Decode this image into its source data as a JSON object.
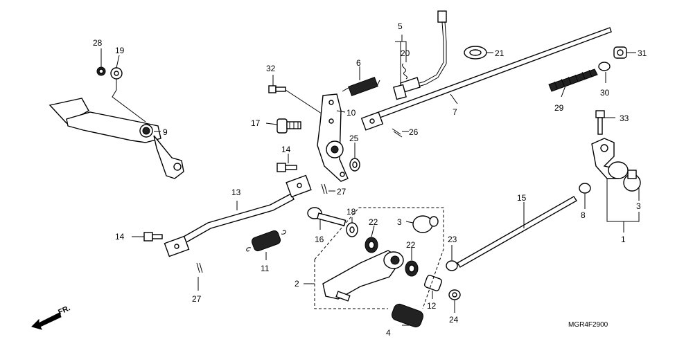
{
  "diagram": {
    "code": "MGR4F2900",
    "direction_label": "FR.",
    "callouts": [
      {
        "id": "c1",
        "label": "1"
      },
      {
        "id": "c2",
        "label": "2"
      },
      {
        "id": "c3a",
        "label": "3"
      },
      {
        "id": "c3b",
        "label": "3"
      },
      {
        "id": "c4",
        "label": "4"
      },
      {
        "id": "c5",
        "label": "5"
      },
      {
        "id": "c6",
        "label": "6"
      },
      {
        "id": "c7",
        "label": "7"
      },
      {
        "id": "c8",
        "label": "8"
      },
      {
        "id": "c9",
        "label": "9"
      },
      {
        "id": "c10",
        "label": "10"
      },
      {
        "id": "c11",
        "label": "11"
      },
      {
        "id": "c12",
        "label": "12"
      },
      {
        "id": "c13",
        "label": "13"
      },
      {
        "id": "c14a",
        "label": "14"
      },
      {
        "id": "c14b",
        "label": "14"
      },
      {
        "id": "c15",
        "label": "15"
      },
      {
        "id": "c16",
        "label": "16"
      },
      {
        "id": "c17",
        "label": "17"
      },
      {
        "id": "c18",
        "label": "18"
      },
      {
        "id": "c19",
        "label": "19"
      },
      {
        "id": "c20",
        "label": "20"
      },
      {
        "id": "c21",
        "label": "21"
      },
      {
        "id": "c22a",
        "label": "22"
      },
      {
        "id": "c22b",
        "label": "22"
      },
      {
        "id": "c23",
        "label": "23"
      },
      {
        "id": "c24",
        "label": "24"
      },
      {
        "id": "c25",
        "label": "25"
      },
      {
        "id": "c26",
        "label": "26"
      },
      {
        "id": "c27a",
        "label": "27"
      },
      {
        "id": "c27b",
        "label": "27"
      },
      {
        "id": "c28",
        "label": "28"
      },
      {
        "id": "c29",
        "label": "29"
      },
      {
        "id": "c30",
        "label": "30"
      },
      {
        "id": "c31",
        "label": "31"
      },
      {
        "id": "c32",
        "label": "32"
      },
      {
        "id": "c33",
        "label": "33"
      }
    ]
  }
}
